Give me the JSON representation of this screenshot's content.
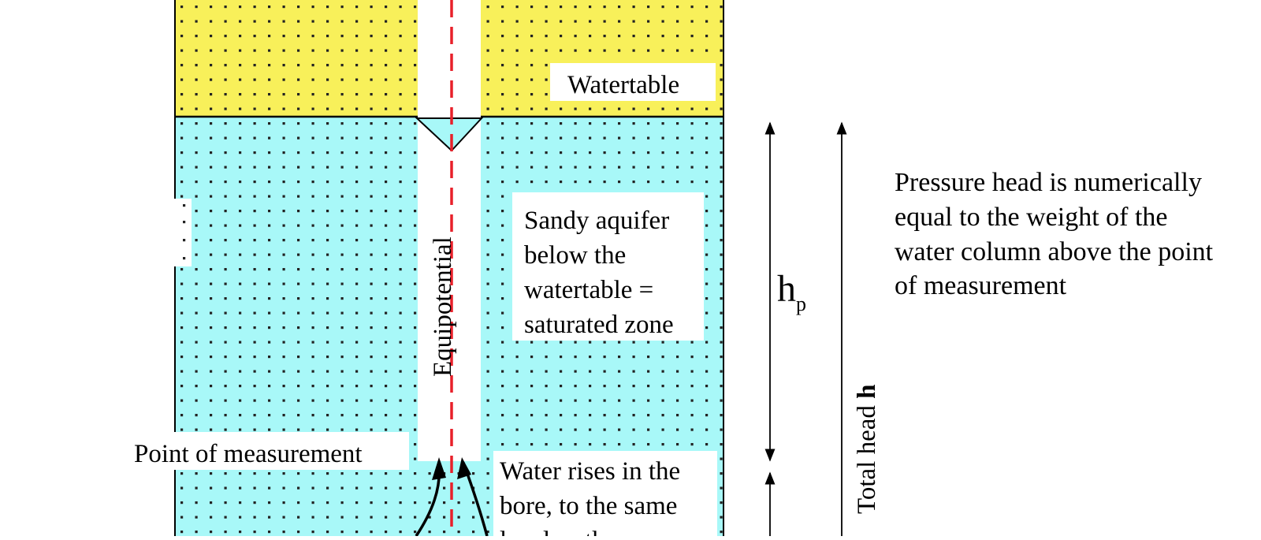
{
  "diagram": {
    "labels": {
      "watertable": "Watertable",
      "aquifer_lines": [
        "Sandy aquifer",
        "below the",
        "watertable =",
        "saturated zone"
      ],
      "equipotential": "Equipotential",
      "point_of_measurement": "Point of measurement",
      "water_rises_lines": [
        "Water rises in the",
        "bore, to the same",
        "level as the"
      ],
      "pressure_head_symbol": "h",
      "pressure_head_subscript": "p",
      "total_head_prefix": "Total head ",
      "total_head_symbol": "h",
      "pressure_note_lines": [
        "Pressure head is numerically",
        "equal to the weight of the",
        "water column above the point",
        "of measurement"
      ]
    },
    "colors": {
      "unsaturated_zone": "#f8f05a",
      "saturated_zone": "#a8f8f8",
      "equipotential_line": "#e8202a",
      "dots": "#222222",
      "outline": "#000000"
    }
  }
}
